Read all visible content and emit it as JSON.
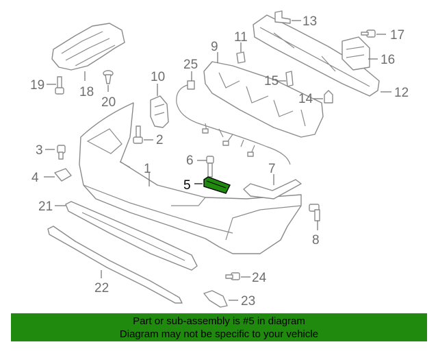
{
  "callouts": {
    "c1": "1",
    "c2": "2",
    "c3": "3",
    "c4": "4",
    "c5": "5",
    "c6": "6",
    "c7": "7",
    "c8": "8",
    "c9": "9",
    "c10": "10",
    "c11": "11",
    "c12": "12",
    "c13": "13",
    "c14": "14",
    "c15": "15",
    "c16": "16",
    "c17": "17",
    "c18": "18",
    "c19": "19",
    "c20": "20",
    "c21": "21",
    "c22": "22",
    "c23": "23",
    "c24": "24",
    "c25": "25"
  },
  "highlight_part": "5",
  "highlight_color": "#1f8a0e",
  "banner": {
    "line1": "Part or sub-assembly is #5 in diagram",
    "line2": "Diagram may not be specific to your vehicle",
    "background": "#1f8a0e"
  }
}
